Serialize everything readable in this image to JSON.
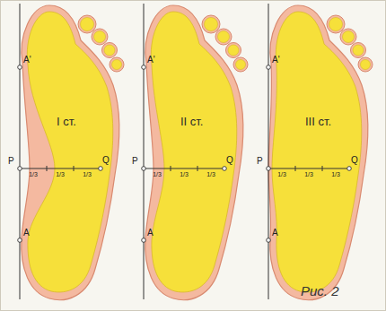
{
  "diagram": {
    "caption": "Рис. 2",
    "nodes": [
      {
        "text": [
          "I ст."
        ]
      },
      {
        "text": [
          "II ст."
        ]
      },
      {
        "text": [
          "III ст."
        ]
      }
    ],
    "labels": [
      "A'",
      "P",
      "1/3",
      "1/3",
      "1/3",
      "Q",
      "A",
      "A'",
      "P",
      "1/3",
      "1/3",
      "1/3",
      "Q",
      "A",
      "A'",
      "P",
      "1/3",
      "1/3",
      "1/3",
      "Q",
      "A"
    ]
  }
}
